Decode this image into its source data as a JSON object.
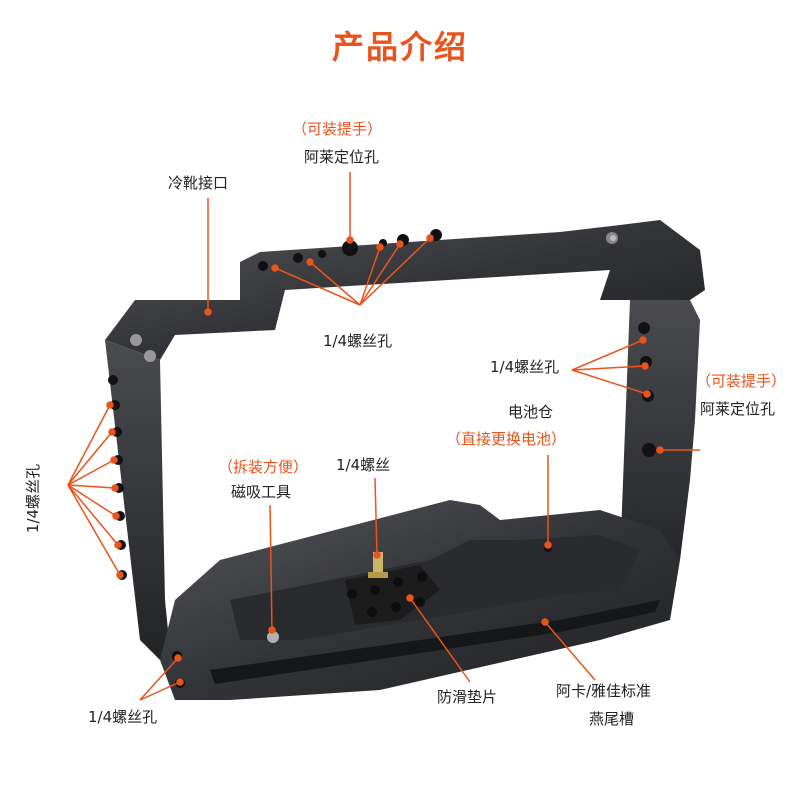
{
  "title": "产品介绍",
  "labels": {
    "handle_top_note": "（可装提手）",
    "arri_top": "阿莱定位孔",
    "cold_shoe": "冷靴接口",
    "screw_top": "1/4螺丝孔",
    "screw_right": "1/4螺丝孔",
    "handle_right_note": "（可装提手）",
    "arri_right": "阿莱定位孔",
    "battery": "电池仓",
    "battery_note": "（直接更换电池）",
    "screw_left_vertical": "1/4螺丝孔",
    "tool_note": "（拆装方便）",
    "magnet_tool": "磁吸工具",
    "screw_bottom": "1/4螺丝",
    "anti_slip": "防滑垫片",
    "arca_line1": "阿卡/雅佳标准",
    "arca_line2": "燕尾槽",
    "screw_bottom_left": "1/4螺丝孔"
  },
  "colors": {
    "accent": "#e8541c",
    "metal_dark": "#2b2b2d",
    "metal_mid": "#3d3e41",
    "metal_light": "#5a5b5f"
  }
}
